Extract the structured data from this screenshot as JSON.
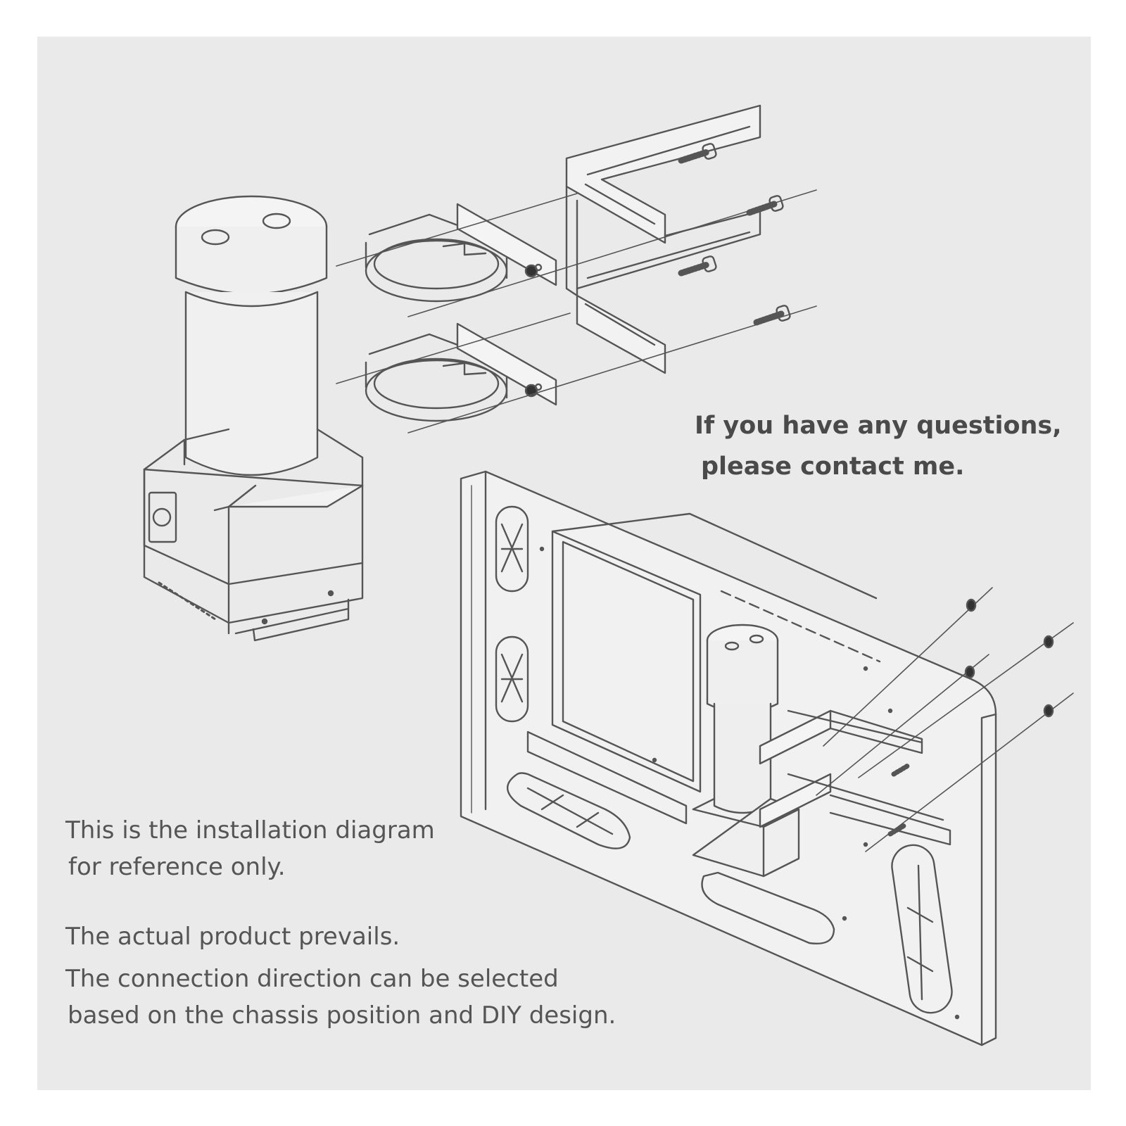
{
  "notes": {
    "questions_line1": "If you have any questions,",
    "questions_line2": "please contact me.",
    "install_line1": "This is the installation diagram",
    "install_line2": "for reference only.",
    "prevails": "The actual product prevails.",
    "direction_line1": "The connection direction can be selected",
    "direction_line2": "based on the chassis position and DIY design."
  },
  "colors": {
    "background": "#eaeaea",
    "line": "#555555",
    "text": "#555555"
  }
}
